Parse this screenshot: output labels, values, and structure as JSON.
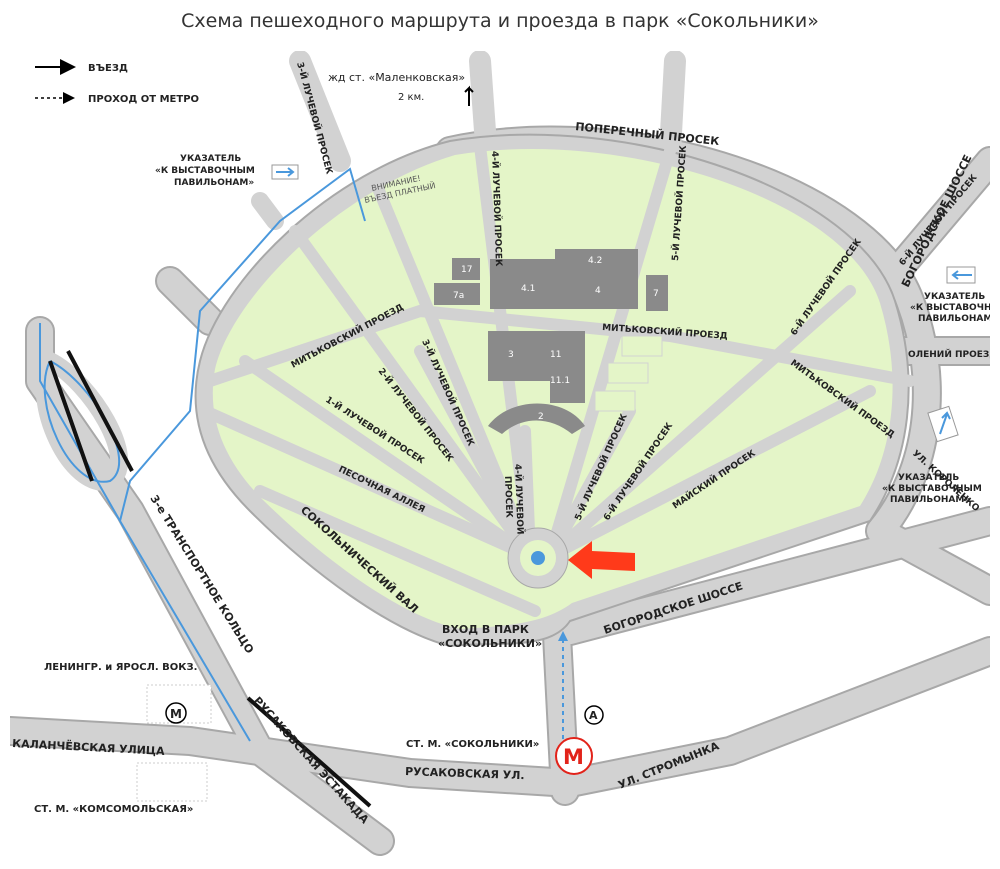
{
  "title": "Схема пешеходного маршрута и проезда в парк «Сокольники»",
  "legend": {
    "entry": "ВЪЕЗД",
    "walk": "ПРОХОД ОТ МЕТРО"
  },
  "colors": {
    "park": "#e4f5c8",
    "road": "#d2d2d2",
    "road_edge": "#a8a8a8",
    "building": "#8a8a8a",
    "route": "#4a98dc",
    "marker": "#ff3a1a",
    "metro": "#e2231a"
  },
  "labels": {
    "rail_station": "жд ст. «Маленковская»",
    "rail_distance": "2 км.",
    "poperechny": "ПОПЕРЕЧНЫЙ ПРОСЕК",
    "warning_1": "ВНИМАНИЕ!",
    "warning_2": "ВЪЕЗД ПЛАТНЫЙ",
    "sign_left_1": "УКАЗАТЕЛЬ",
    "sign_left_2": "«К ВЫСТАВОЧНЫМ",
    "sign_left_3": "ПАВИЛЬОНАМ»",
    "sign_right_1": "УКАЗАТЕЛЬ",
    "sign_right_2": "«К ВЫСТАВОЧНЫМ",
    "sign_right_3": "ПАВИЛЬОНАМ»",
    "sign_low_1": "УКАЗАТЕЛЬ",
    "sign_low_2": "«К ВЫСТАВОЧНЫМ",
    "sign_low_3": "ПАВИЛЬОНАМ»",
    "luch1": "1-Й ЛУЧЕВОЙ ПРОСЕК",
    "luch2": "2-Й ЛУЧЕВОЙ ПРОСЕК",
    "luch3_top": "3-Й ЛУЧЕВОЙ ПРОСЕК",
    "luch3": "3-Й ЛУЧЕВОЙ ПРОСЕК",
    "luch4_top": "4-Й ЛУЧЕВОЙ ПРОСЕК",
    "luch4_1": "4-Й ЛУЧЕВОЙ",
    "luch4_2": "ПРОСЕК",
    "luch5_top": "5-Й ЛУЧЕВОЙ ПРОСЕК",
    "luch5": "5-Й ЛУЧЕВОЙ ПРОСЕК",
    "luch6_top": "6-Й ЛУЧЕВОЙ ПРОСЕК",
    "luch6_mid": "6-Й ЛУЧЕВОЙ ПРОСЕК",
    "luch6": "6-Й ЛУЧЕВОЙ ПРОСЕК",
    "mitkov_left": "МИТЬКОВСКИЙ ПРОЕЗД",
    "mitkov_mid": "МИТЬКОВСКИЙ ПРОЕЗД",
    "mitkov_right": "МИТЬКОВСКИЙ ПРОЕЗД",
    "maisky": "МАЙСКИЙ ПРОСЕК",
    "pesochnaya": "ПЕСОЧНАЯ АЛЛЕЯ",
    "sokol_val": "СОКОЛЬНИЧЕСКИЙ ВАЛ",
    "bogorod_right": "БОГОРОДСКОЕ ШОССЕ",
    "bogorod_low": "БОГОРОДСКОЕ ШОССЕ",
    "oleny": "ОЛЕНИЙ ПРОЕЗД",
    "korolenko": "УЛ. КОРОЛЕНКО",
    "entrance_1": "ВХОД В ПАРК",
    "entrance_2": "«СОКОЛЬНИКИ»",
    "transport_ring": "3-е ТРАНСПОРТНОЕ КОЛЬЦО",
    "rusak_estakada": "РУСАКОВСКАЯ ЭСТАКАДА",
    "rusak_street": "РУСАКОВСКАЯ УЛ.",
    "stromynka": "УЛ. СТРОМЫНКА",
    "kalanch": "КАЛАНЧЁВСКАЯ УЛИЦА",
    "st_sokolniki": "СТ. М. «СОКОЛЬНИКИ»",
    "st_komsom": "СТ. М. «КОМСОМОЛЬСКАЯ»",
    "vokzal": "ЛЕНИНГР. и ЯРОСЛ. ВОКЗ.",
    "bus_a": "А",
    "metro_m_small": "М",
    "metro_m_big": "М"
  },
  "buildings": {
    "b17": "17",
    "b7a": "7а",
    "b41": "4.1",
    "b42": "4.2",
    "b4": "4",
    "b7": "7",
    "b3": "3",
    "b11": "11",
    "b111": "11.1",
    "b2": "2"
  }
}
